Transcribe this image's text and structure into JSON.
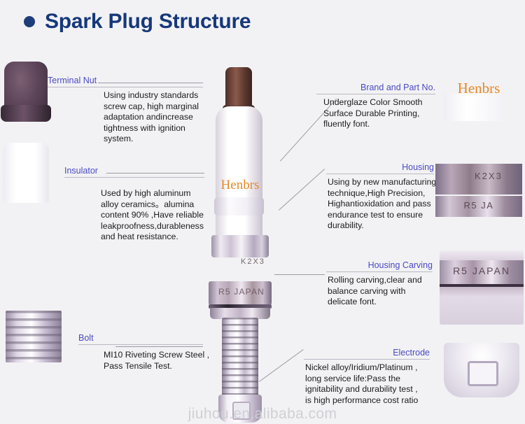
{
  "title": "Spark Plug Structure",
  "brand_mark": "Henbrs",
  "watermark": "jiuhou.en.alibaba.com",
  "colors": {
    "title": "#16387a",
    "callout_head": "#4b49c4",
    "body_text": "#1b1b1b",
    "brand_orange": "#e78a28",
    "background": "#f2f2f4",
    "watermark": "#cfcfd6"
  },
  "plug_markings": {
    "hex_mark": "K2X3",
    "ring_mark": "R5  JAPAN",
    "housing_thumb_mark": "K2X3",
    "housing_thumb_ring": "R5  JA",
    "carving_thumb_mark": "R5  JAPAN"
  },
  "callouts": [
    {
      "id": "terminal-nut",
      "head": "Terminal Nut",
      "body": "Using industry standards\nscrew cap, high marginal\nadaptation andincrease\ntightness with ignition\nsystem."
    },
    {
      "id": "insulator",
      "head": "Insulator",
      "body": "Used by high aluminum\nalloy ceramics。alumina\ncontent 90% ,Have reliable\nleakproofness,durableness\nand heat resistance."
    },
    {
      "id": "bolt",
      "head": "Bolt",
      "body": "MI10 Riveting Screw Steel ,\nPass Tensile Test."
    },
    {
      "id": "brand-and-part-no",
      "head": "Brand and Part No.",
      "body": "Underglaze Color Smooth\nSurface Durable Printing,\nfluently font."
    },
    {
      "id": "housing",
      "head": "Housing",
      "body": "Using by new manufacturing\ntechnique,High  Precision,\nHighantioxidation and pass\nendurance test to ensure\ndurability."
    },
    {
      "id": "housing-carving",
      "head": "Housing Carving",
      "body": "Rolling carving,clear and\nbalance carving with\ndelicate font."
    },
    {
      "id": "electrode",
      "head": "Electrode",
      "body": "Nickel alloy/Iridium/Platinum ,\nlong service life:Pass the\nignitability and durability test ,\nis high performance cost ratio"
    }
  ]
}
